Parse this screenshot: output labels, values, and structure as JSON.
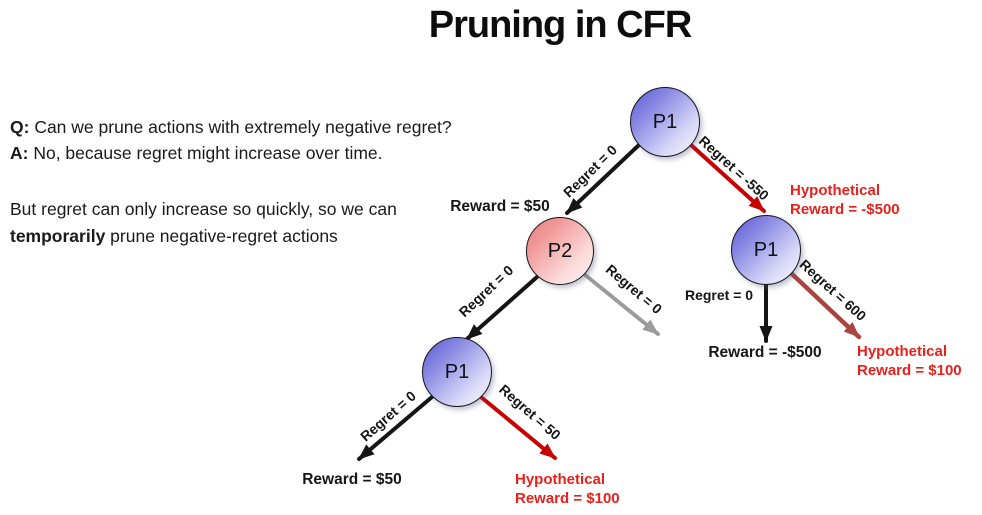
{
  "title": "Pruning in CFR",
  "qa": {
    "q_prefix": "Q:",
    "q_text": " Can we prune actions with extremely negative regret?",
    "a_prefix": "A:",
    "a_text": " No, because regret might increase over time."
  },
  "note": {
    "part1": "But regret can only increase so quickly, so we can ",
    "bold": "temporarily",
    "part2": " prune negative-regret actions"
  },
  "tree": {
    "nodes": {
      "root": {
        "label": "P1",
        "player": "blue"
      },
      "p2": {
        "label": "P2",
        "player": "red"
      },
      "p1_left": {
        "label": "P1",
        "player": "blue"
      },
      "p1_right": {
        "label": "P1",
        "player": "blue"
      }
    },
    "edges": {
      "root_to_p2": "Regret = 0",
      "root_to_p1_right": "Regret = -550",
      "p2_to_p1_left": "Regret = 0",
      "p2_pruned": "Regret = 0",
      "p1_left_keep": "Regret = 0",
      "p1_left_pruned": "Regret = 50",
      "p1_right_down": "Regret = 0",
      "p1_right_pruned": "Regret = 600"
    },
    "outcomes": {
      "p2_entry_reward": "Reward = $50",
      "hyp_right_subtree": {
        "line1": "Hypothetical",
        "line2": "Reward = -$500"
      },
      "p1_left_reward": "Reward = $50",
      "hyp_p1_left": {
        "line1": "Hypothetical",
        "line2": "Reward = $100"
      },
      "p1_right_reward": "Reward = -$500",
      "hyp_p1_right": {
        "line1": "Hypothetical",
        "line2": "Reward = $100"
      }
    }
  },
  "colors": {
    "edge_black": "#151515",
    "edge_red": "#c80000",
    "edge_darkred": "#a94440",
    "edge_gray": "#9b9b9b",
    "red_text": "#e8211d",
    "node_blue_dark": "#5757d2",
    "node_blue_light": "#f8f8ff",
    "node_red_dark": "#e87878",
    "node_red_light": "#fff6f6"
  }
}
